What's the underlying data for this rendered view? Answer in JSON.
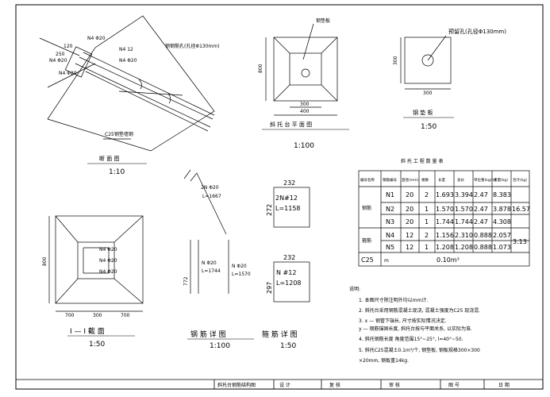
{
  "drawing": {
    "anchor_detail": {
      "labels": [
        "N4 Φ20",
        "N4 Φ20",
        "N4 Φ20",
        "N4 12",
        "N4 Φ20",
        "钢钢筋孔(孔径Φ130mm)",
        "C25钢垫墙钢",
        "250",
        "120"
      ],
      "scale": "1:10",
      "caption_fragment": "断 面 图"
    },
    "plan_view": {
      "callout": "钢垫板",
      "dims": [
        "800",
        "400",
        "300"
      ],
      "caption": "斜 托 台 平 面 图",
      "scale": "1:100"
    },
    "plate": {
      "callout": "预留孔(孔径Φ130mm)",
      "dim_side": "300",
      "dim_bottom": "300",
      "caption": "钢 垫 板",
      "scale": "1:50"
    },
    "section": {
      "labels": [
        "N4 Φ20",
        "N4 Φ20",
        "N4 Φ20"
      ],
      "dims": [
        "700",
        "800",
        "300"
      ],
      "caption": "I — I 截 面",
      "scale": "1:50"
    },
    "rebar_detail": {
      "bent_bar": {
        "label": "2N Φ20",
        "length": "L=1667"
      },
      "bar_n1": {
        "label": "N Φ20",
        "length": "L=1744"
      },
      "bar_n2": {
        "label": "N Φ20",
        "length": "L=1570"
      },
      "dim": "772",
      "caption": "钢 筋 详 图",
      "scale": "1:100"
    },
    "stirrup_detail": {
      "box1": {
        "width": "232",
        "height": "272",
        "line1": "2N#12",
        "line2": "L=1158"
      },
      "box2": {
        "width": "232",
        "height": "297",
        "line1": "N #12",
        "line2": "L=1208"
      },
      "caption": "箍 筋 详 图",
      "scale": "1:50"
    },
    "table": {
      "title": "斜 托 工 程 数 量 表",
      "headers": [
        "编号名称",
        "钢筋编号",
        "直径(mm)",
        "根数",
        "长度",
        "总长",
        "单位重(kg/m)",
        "重量(kg)",
        "合计(kg)"
      ],
      "rows": [
        {
          "group": "",
          "code": "N1",
          "dia": "20",
          "n": "2",
          "len": "1.693",
          "tot": "3.394",
          "uw": "2.47",
          "w": "8.383",
          "sum": ""
        },
        {
          "group": "钢筋",
          "code": "N2",
          "dia": "20",
          "n": "1",
          "len": "1.570",
          "tot": "1.570",
          "uw": "2.47",
          "w": "3.878",
          "sum": "16.57"
        },
        {
          "group": "",
          "code": "N3",
          "dia": "20",
          "n": "1",
          "len": "1.744",
          "tot": "1.744",
          "uw": "2.47",
          "w": "4.308",
          "sum": ""
        },
        {
          "group": "",
          "code": "N4",
          "dia": "12",
          "n": "2",
          "len": "1.156",
          "tot": "2.310",
          "uw": "0.888",
          "w": "2.057",
          "sum": "3.13"
        },
        {
          "group": "箍筋",
          "code": "N5",
          "dia": "12",
          "n": "1",
          "len": "1.208",
          "tot": "1.208",
          "uw": "0.888",
          "w": "1.073",
          "sum": ""
        }
      ],
      "concrete": {
        "label": "C25",
        "unit": "m",
        "value": "0.10m³"
      }
    },
    "notes": {
      "heading": "说明:",
      "items": [
        "1. 本图尺寸除注明外均以mm计.",
        "2. 斜托台采用钢筋混凝土现浇, 混凝土强度为C25 现浇混.",
        "3. x — 钢管下端长, 尺寸按实际情况决定.",
        "   y — 钢筋锚固长度, 斜托台按与平面关系, 以实际为准.",
        "4. 斜托钢筋长度        角度范围15°~25°, l=40°~50.",
        "5. 斜托C25混凝土0.1m³/个, 钢垫板, 钢板规格300×300",
        "   ×20mm, 钢板重14kg."
      ]
    },
    "title_block": {
      "title": "斜托台钢筋结构图",
      "cells": [
        "设 计",
        "复 核",
        "审 核",
        "图 号",
        "日 期"
      ]
    }
  }
}
